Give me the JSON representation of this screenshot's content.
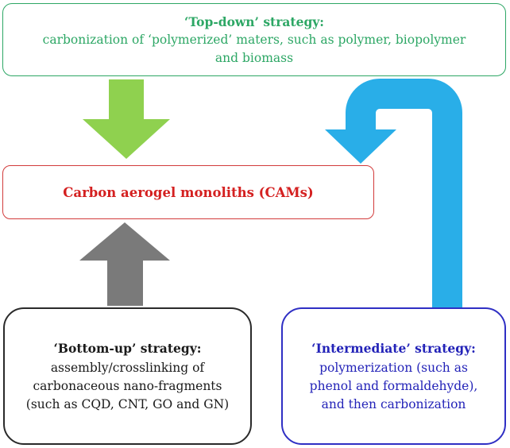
{
  "top_box": {
    "title": "‘Top-down’ strategy:",
    "lines": [
      "carbonization of ‘polymerized’ maters, such as polymer, biopolymer",
      "and biomass"
    ]
  },
  "center_box": {
    "title": "Carbon aerogel monoliths (CAMs)"
  },
  "bottom_left_box": {
    "title": "‘Bottom-up’ strategy:",
    "lines": [
      "assembly/crosslinking of",
      "carbonaceous nano-fragments",
      "(such as CQD, CNT, GO and GN)"
    ]
  },
  "bottom_right_box": {
    "title": "‘Intermediate’ strategy:",
    "lines": [
      "polymerization (such as",
      "phenol and formaldehyde),",
      "and then carbonization"
    ]
  },
  "colors": {
    "top_down": "#2da765",
    "top_down_arrow": "#8fd14f",
    "center": "#d42020",
    "bottom_up": "#1a1a1a",
    "bottom_up_arrow": "#7a7a7a",
    "intermediate": "#2323b8",
    "intermediate_arrow": "#29aee8"
  }
}
